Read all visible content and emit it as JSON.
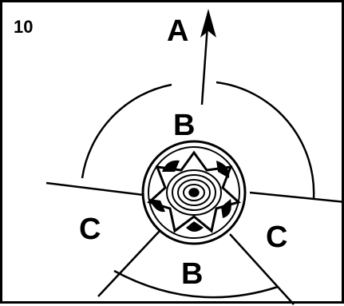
{
  "figure_number": "10",
  "labels": {
    "arrow": "A",
    "upper_sector": "B",
    "lower_sector": "B",
    "left_sector": "C",
    "right_sector": "C"
  },
  "colors": {
    "ink": "#000000",
    "background": "#ffffff"
  }
}
